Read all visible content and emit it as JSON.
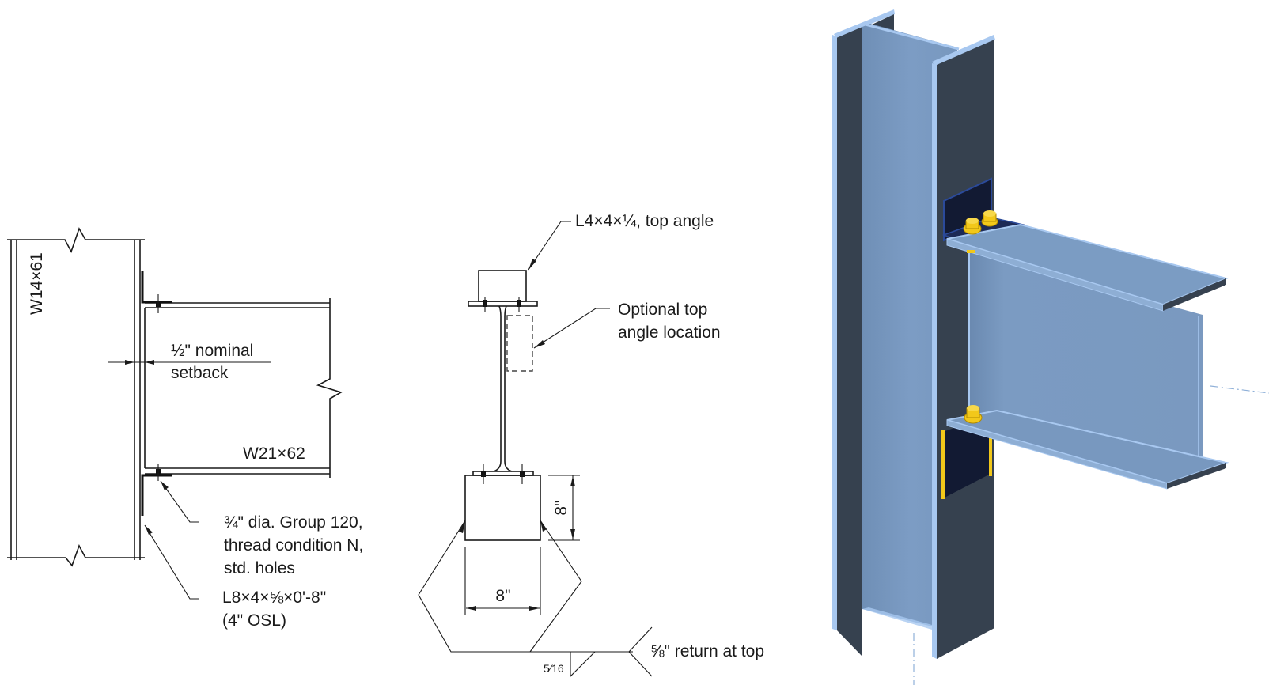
{
  "elevation_view": {
    "column_label": "W14×61",
    "beam_label": "W21×62",
    "setback_line1": "½\" nominal",
    "setback_line2": "setback",
    "bolt_note_line1": "¾\" dia. Group 120,",
    "bolt_note_line2": "thread condition N,",
    "bolt_note_line3": "std. holes",
    "seat_angle_line1": "L8×4×⅝×0'-8\"",
    "seat_angle_line2": "(4\" OSL)"
  },
  "section_view": {
    "top_angle_label": "L4×4×¼, top angle",
    "optional_line1": "Optional top",
    "optional_line2": "angle location",
    "height_dim": "8\"",
    "width_dim": "8\"",
    "weld_size": "5⁄16",
    "weld_note": "⅝\" return at top"
  },
  "model_view": {
    "colors": {
      "steel_light": "#7b9cc3",
      "steel_dark": "#36414f",
      "steel_edge": "#a8c8f0",
      "angle_dark": "#121a33",
      "angle_edge": "#2b4a9a",
      "bolt": "#f2c81a",
      "centerline": "#8fb0d8"
    }
  }
}
